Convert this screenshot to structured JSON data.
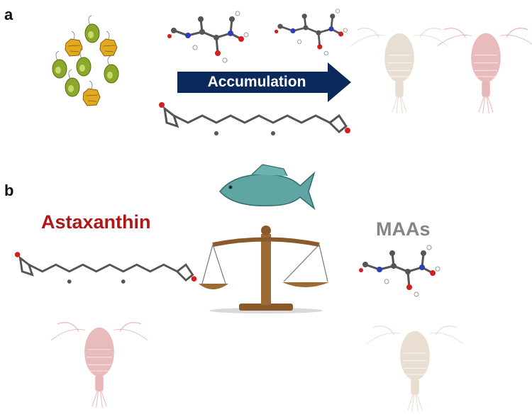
{
  "panels": {
    "a": "a",
    "b": "b"
  },
  "arrow": {
    "label": "Accumulation",
    "color": "#0b2a5c"
  },
  "labels": {
    "astaxanthin": "Astaxanthin",
    "maas": "MAAs"
  },
  "colors": {
    "astaxanthin_text": "#b01818",
    "maas_text": "#858585",
    "copepod_pale": "#e7ddd0",
    "copepod_red": "#e8b7b7",
    "fish": "#5fa6a3",
    "scale": "#8a5a2b",
    "atom_carbon": "#555555",
    "atom_oxygen": "#d41f1f",
    "atom_nitrogen": "#2c3fb8",
    "atom_hydrogen": "#ffffff"
  },
  "icons": [
    "microalgae-icon",
    "maa-molecule-icon",
    "astaxanthin-molecule-icon",
    "copepod-icon",
    "fish-icon",
    "balance-scale-icon"
  ]
}
